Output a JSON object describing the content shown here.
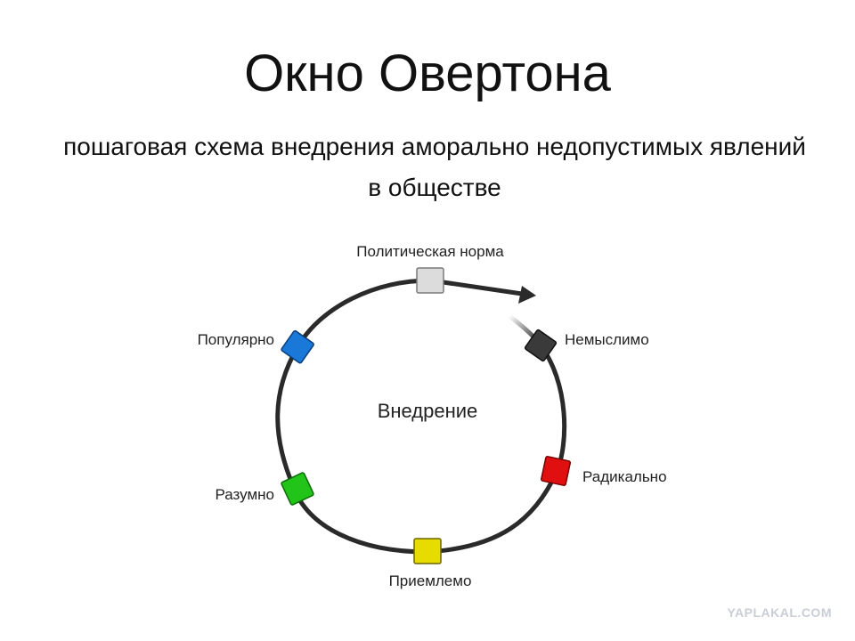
{
  "title": "Окно Овертона",
  "subtitle": "пошаговая схема внедрения аморально недопустимых явлений в обществе",
  "diagram": {
    "center_label": "Внедрение",
    "stages": [
      {
        "label": "Немыслимо",
        "color": "#3a3a3a"
      },
      {
        "label": "Радикально",
        "color": "#e01010"
      },
      {
        "label": "Приемлемо",
        "color": "#e6dc00"
      },
      {
        "label": "Разумно",
        "color": "#22c41a"
      },
      {
        "label": "Популярно",
        "color": "#1a78d8"
      },
      {
        "label": "Политическая норма",
        "color": "#d8d8d8"
      }
    ]
  },
  "watermark": "YAPLAKAL.COM"
}
